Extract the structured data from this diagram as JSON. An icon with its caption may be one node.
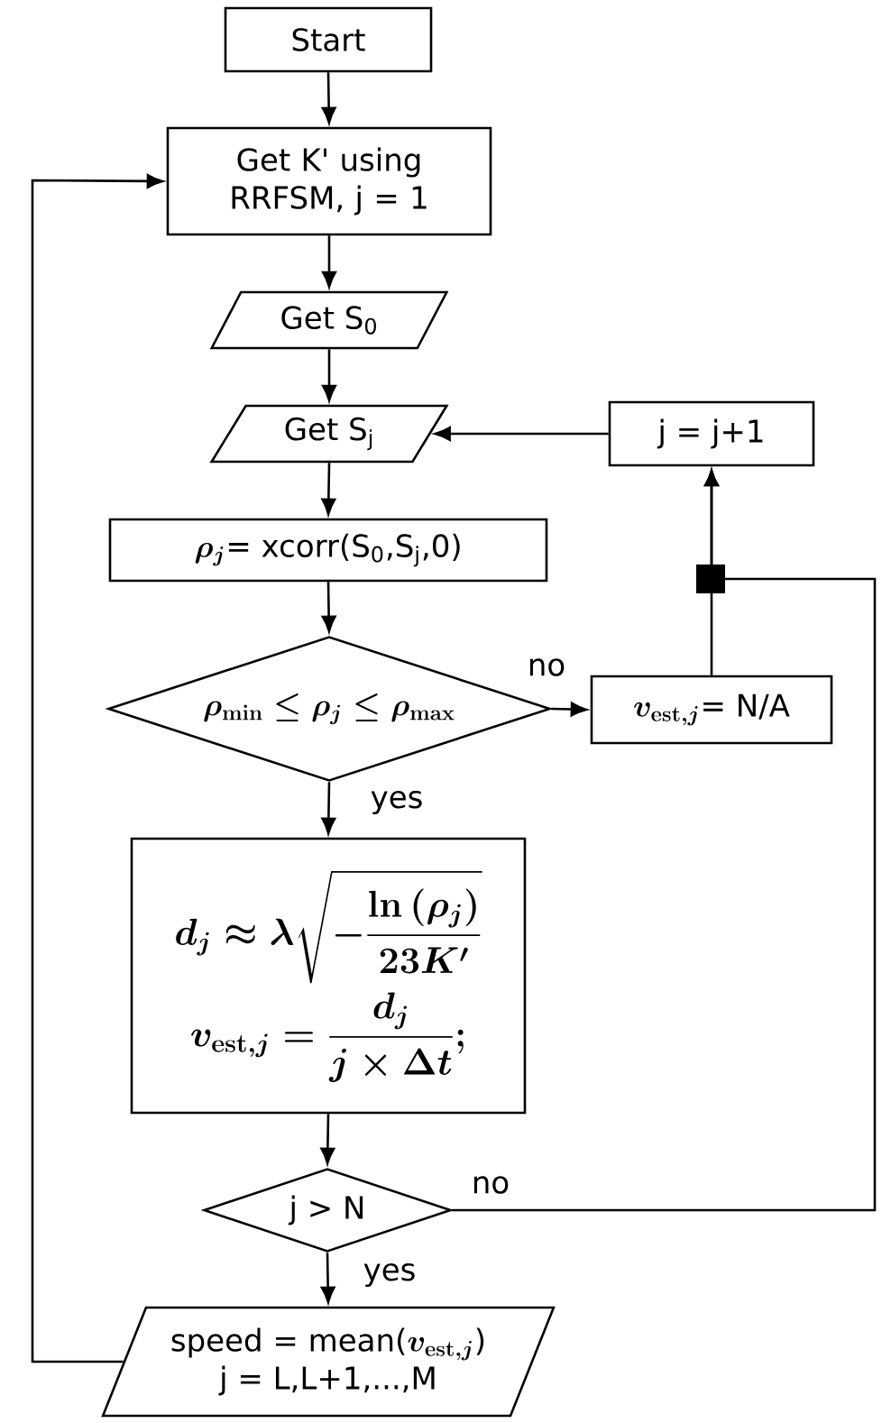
{
  "diagram": {
    "nodes": [
      {
        "text": [
          "Start"
        ]
      },
      {
        "text": [
          "Get K' using RRFSM, j = 1"
        ]
      },
      {
        "text": [
          "Get S$_{0}$"
        ]
      },
      {
        "text": [
          "Get S$_{j}$"
        ]
      },
      {
        "text": [
          "j = j+1"
        ]
      },
      {
        "text": [
          "\\rho_j\\text{= xcorr(S}_{\\text{0}}\\text{,S}_{\\text{j}}\\text{,0)}"
        ]
      },
      {
        "text": [
          "\\rho_{\\min} \\le \\rho_j \\le \\rho_{\\max}"
        ]
      },
      {
        "text": [
          "v_{\\mathrm{est},j}\\text{= N/A}"
        ]
      },
      {
        "text": [
          "d_j \\approx \\lambda\\sqrt{-\\frac{\\ln\\left(\\rho_j\\right)}{23K'}}",
          "v_{\\mathrm{est},j} = \\frac{d_j}{j\\times\\Delta t};"
        ]
      },
      {
        "text": [
          "j > N"
        ]
      },
      {
        "text": [
          "\\text{speed = mean(}v_{\\mathrm{est},j}\\text{)}",
          "j = L,L+1,...,M"
        ]
      }
    ],
    "edges": [
      {
        "from": 0,
        "to": 1,
        "arrow": "to"
      },
      {
        "from": 1,
        "to": 2,
        "arrow": "to"
      },
      {
        "from": 2,
        "to": 3,
        "arrow": "to"
      },
      {
        "from": 3,
        "to": 5,
        "arrow": "to"
      },
      {
        "from": 5,
        "to": 6,
        "arrow": "to"
      },
      {
        "from": 6,
        "to": 7,
        "arrow": "to",
        "label": "no"
      },
      {
        "from": 6,
        "to": 8,
        "arrow": "to",
        "label": "yes"
      },
      {
        "from": 8,
        "to": 9,
        "arrow": "to"
      },
      {
        "from": 9,
        "to": 10,
        "arrow": "to",
        "label": "yes"
      },
      {
        "from": 9,
        "to": 4,
        "arrow": "to",
        "label": "no"
      },
      {
        "from": 7,
        "to": 4,
        "arrow": "to"
      },
      {
        "from": 4,
        "to": 3,
        "arrow": "to"
      },
      {
        "from": 10,
        "to": 1,
        "arrow": "to"
      }
    ]
  }
}
